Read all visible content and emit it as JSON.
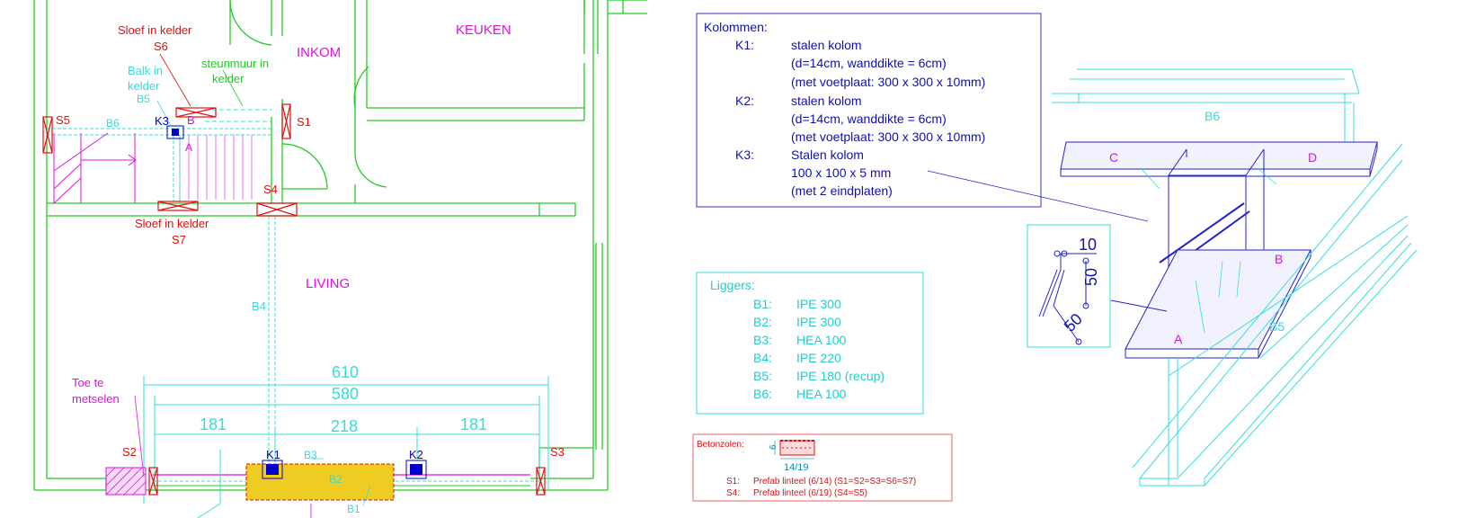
{
  "plan": {
    "rooms": {
      "inkom": "INKOM",
      "keuken": "KEUKEN",
      "living": "LIVING"
    },
    "labels": {
      "sloef_top": "Sloef in kelder",
      "s6": "S6",
      "balk_in_kelder": "Balk in\nkelder",
      "steunmuur": "steunmuur in\nkelder",
      "b5": "B5",
      "k3": "K3",
      "b_top": "B",
      "a_small": "A",
      "s5": "S5",
      "b6": "B6",
      "s1": "S1",
      "s4": "S4",
      "sloef_bottom": "Sloef in kelder",
      "s7": "S7",
      "b4": "B4",
      "toe_te_metselen": "Toe te\nmetselen",
      "s2": "S2",
      "k1": "K1",
      "b3": "B3",
      "b2": "B2",
      "k2": "K2",
      "s3": "S3",
      "b1": "B1"
    },
    "dimensions": {
      "d610": "610",
      "d580": "580",
      "d181a": "181",
      "d218": "218",
      "d181b": "181"
    }
  },
  "kolommen_box": {
    "title": "Kolommen:",
    "rows": [
      {
        "key": "K1:",
        "lines": [
          "stalen kolom",
          "(d=14cm, wanddikte = 6cm)",
          "(met voetplaat: 300 x 300 x 10mm)"
        ]
      },
      {
        "key": "K2:",
        "lines": [
          "stalen kolom",
          "(d=14cm, wanddikte = 6cm)",
          "(met voetplaat: 300 x 300 x 10mm)"
        ]
      },
      {
        "key": "K3:",
        "lines": [
          "Stalen kolom",
          "100 x 100 x 5 mm",
          "(met 2 eindplaten)"
        ]
      }
    ]
  },
  "liggers_box": {
    "title": "Liggers:",
    "rows": [
      {
        "key": "B1:",
        "value": "IPE 300"
      },
      {
        "key": "B2:",
        "value": "IPE 300"
      },
      {
        "key": "B3:",
        "value": "HEA 100"
      },
      {
        "key": "B4:",
        "value": "IPE 220"
      },
      {
        "key": "B5:",
        "value": "IPE 180 (recup)"
      },
      {
        "key": "B6:",
        "value": "HEA 100"
      }
    ]
  },
  "betonzolen_box": {
    "title": "Betonzolen:",
    "dim_small": "6",
    "dim_width": "14/19",
    "rows": [
      {
        "key": "S1:",
        "value": "Prefab linteel (6/14) (S1=S2=S3=S6=S7)"
      },
      {
        "key": "S4:",
        "value": "Prefab linteel (6/19) (S4=S5)"
      }
    ]
  },
  "detail": {
    "b6": "B6",
    "c": "C",
    "d": "D",
    "b": "B",
    "a": "A",
    "b5": "B5",
    "weld_10": "10",
    "weld_50a": "50",
    "weld_50b": "50"
  },
  "colors": {
    "wall": "#22cc22",
    "beam": "#33dddd",
    "room": "#e010e0",
    "sloef": "#dd1111",
    "column": "#0000cc",
    "detail_line": "#2222cc",
    "box_border": "#5555cc",
    "box_text": "#1111aa",
    "liggers_text": "#22cccc",
    "betonzolen_text": "#dd1111",
    "fill_yellow": "#eecc22"
  }
}
